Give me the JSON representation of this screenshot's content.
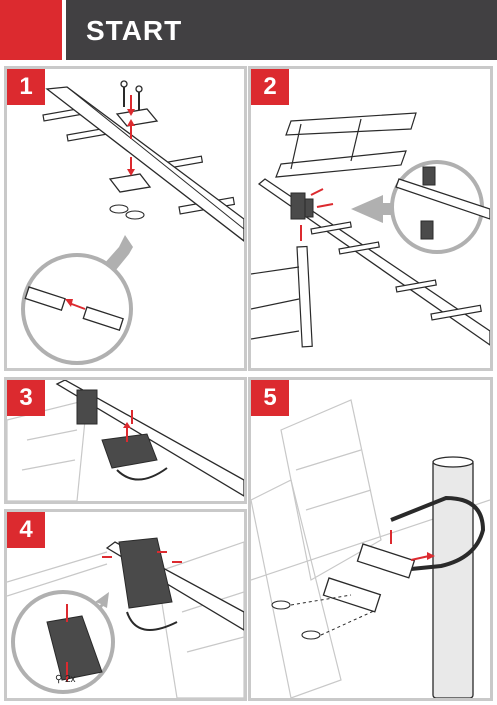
{
  "header": {
    "title": "START"
  },
  "steps": [
    {
      "number": "1"
    },
    {
      "number": "2"
    },
    {
      "number": "3"
    },
    {
      "number": "4",
      "quantity_label": "2x"
    },
    {
      "number": "5"
    }
  ],
  "colors": {
    "accent": "#dc2a2f",
    "header_bar": "#414042",
    "panel_border": "#c9c9c9"
  }
}
